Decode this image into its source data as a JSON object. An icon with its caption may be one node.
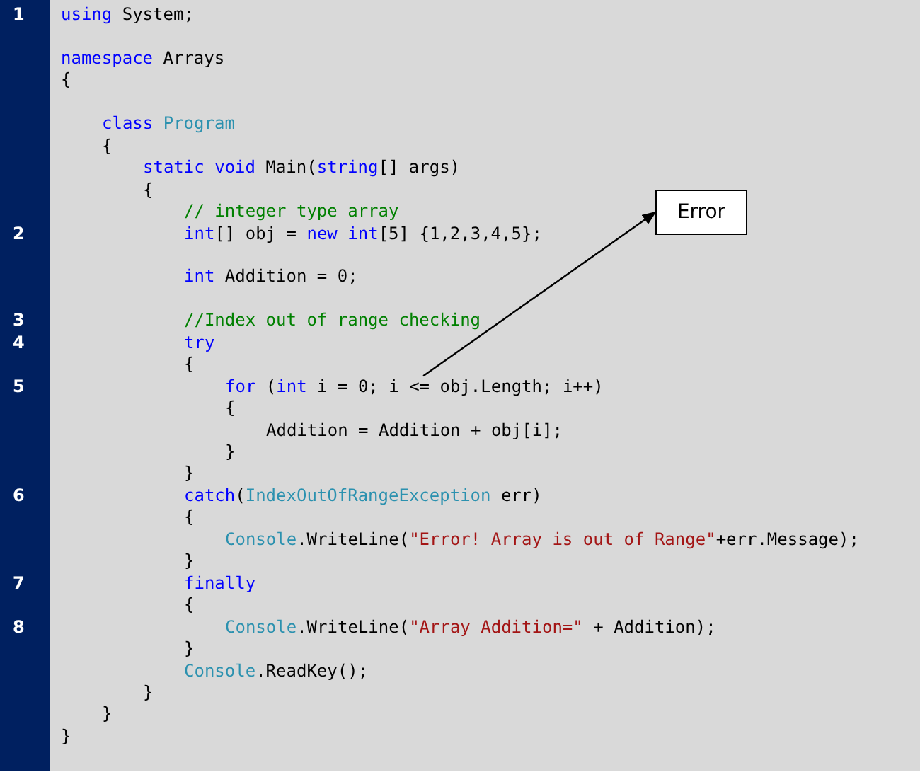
{
  "diagram": {
    "nodes": [
      {
        "text": [
          "Error"
        ]
      },
      {
        "text": [
          "for (int i = 0; i <= obj.Length; i++)"
        ]
      }
    ],
    "edges": [
      {
        "from": 1,
        "to": 0,
        "arrow": "to"
      }
    ],
    "labels": [
      "1",
      "using System;",
      "namespace Arrays",
      "{",
      "class Program",
      "{",
      "static void Main(string[] args)",
      "{",
      "// integer type array",
      "2",
      "int[] obj = new int[5] {1,2,3,4,5};",
      "int Addition = 0;",
      "3",
      "//Index out of range checking",
      "4",
      "try",
      "{",
      "5",
      "{",
      "Addition = Addition + obj[i];",
      "}",
      "}",
      "6",
      "catch(IndexOutOfRangeException err)",
      "{",
      "Console.WriteLine(\"Error! Array is out of Range\"+err.Message);",
      "}",
      "7",
      "finally",
      "{",
      "8",
      "Console.WriteLine(\"Array Addition=\" + Addition);",
      "}",
      "Console.ReadKey();",
      "}",
      "}",
      "}"
    ]
  }
}
